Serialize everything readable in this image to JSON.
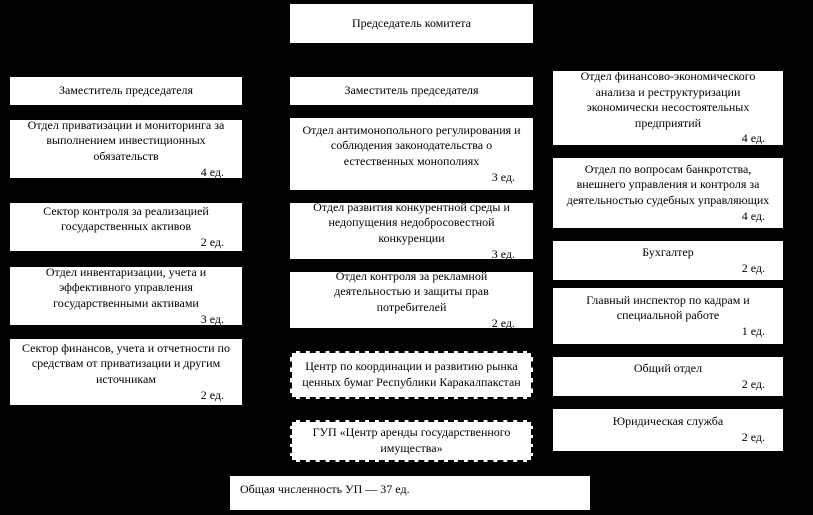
{
  "org_chart": {
    "chairman": "Председатель комитета",
    "left": {
      "head": "Заместитель председателя",
      "boxes": [
        {
          "label": "Отдел приватизации и мониторинга за выполнением инвестиционных обязательств",
          "count": "4 ед."
        },
        {
          "label": "Сектор контроля за реализацией государственных активов",
          "count": "2 ед."
        },
        {
          "label": "Отдел инвентаризации, учета и эффективного управления государственными активами",
          "count": "3 ед."
        },
        {
          "label": "Сектор финансов, учета и отчетности по средствам от приватизации и другим источникам",
          "count": "2 ед."
        }
      ]
    },
    "middle": {
      "head": "Заместитель председателя",
      "boxes": [
        {
          "label": "Отдел антимонопольного регулирования и соблюдения законодательства о естественных монополиях",
          "count": "3 ед."
        },
        {
          "label": "Отдел развития конкурентной среды и недопущения недобросовестной конкуренции",
          "count": "3 ед."
        },
        {
          "label": "Отдел контроля за рекламной деятельностью и защиты прав потребителей",
          "count": "2 ед."
        }
      ],
      "dashed_boxes": [
        {
          "label": "Центр по координации и развитию рынка ценных бумаг Республики Каракалпакстан"
        },
        {
          "label": "ГУП «Центр аренды государственного имущества»"
        }
      ]
    },
    "right": {
      "boxes": [
        {
          "label": "Отдел финансово-экономического анализа и реструктуризации экономически несостоятельных предприятий",
          "count": "4 ед."
        },
        {
          "label": "Отдел по вопросам банкротства, внешнего управления и контроля за деятельностью судебных управляющих",
          "count": "4 ед."
        },
        {
          "label": "Бухгалтер",
          "count": "2 ед."
        },
        {
          "label": "Главный инспектор по кадрам и специальной работе",
          "count": "1 ед."
        },
        {
          "label": "Общий отдел",
          "count": "2 ед."
        },
        {
          "label": "Юридическая служба",
          "count": "2 ед."
        }
      ]
    },
    "footer": "Общая численность УП — 37 ед."
  }
}
